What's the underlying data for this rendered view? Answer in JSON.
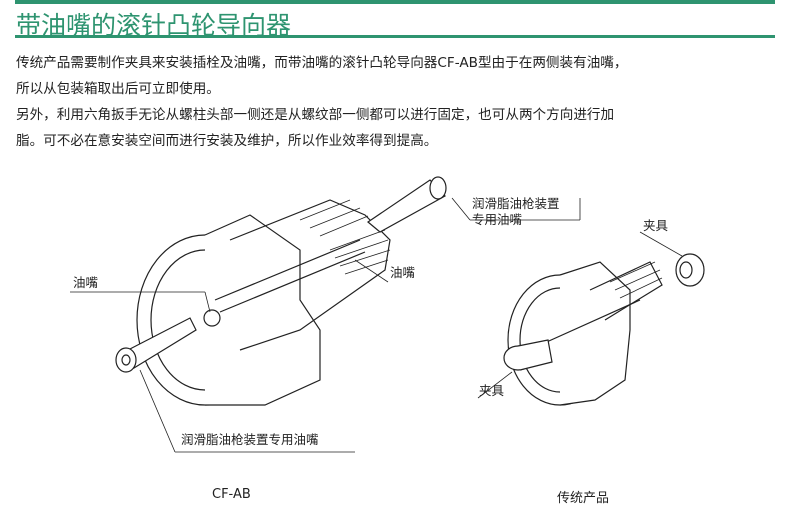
{
  "header": {
    "title": "带油嘴的滚针凸轮导向器"
  },
  "body": {
    "lines": [
      "传统产品需要制作夹具来安装插栓及油嘴，而带油嘴的滚针凸轮导向器CF-AB型由于在两侧装有油嘴，",
      "所以从包装箱取出后可立即使用。",
      "另外，利用六角扳手无论从螺柱头部一侧还是从螺纹部一侧都可以进行固定，也可从两个方向进行加",
      "脂。可不必在意安装空间而进行安装及维护，所以作业效率得到提高。"
    ]
  },
  "figure_left": {
    "label_gun_nipple_line1": "润滑脂油枪装置",
    "label_gun_nipple_line2": "专用油嘴",
    "label_nipple_left": "油嘴",
    "label_nipple_right": "油嘴",
    "label_gun_nipple_bottom": "润滑脂油枪装置专用油嘴",
    "caption": "CF-AB"
  },
  "figure_right": {
    "label_jig_top": "夹具",
    "label_jig_bottom": "夹具",
    "caption": "传统产品"
  }
}
